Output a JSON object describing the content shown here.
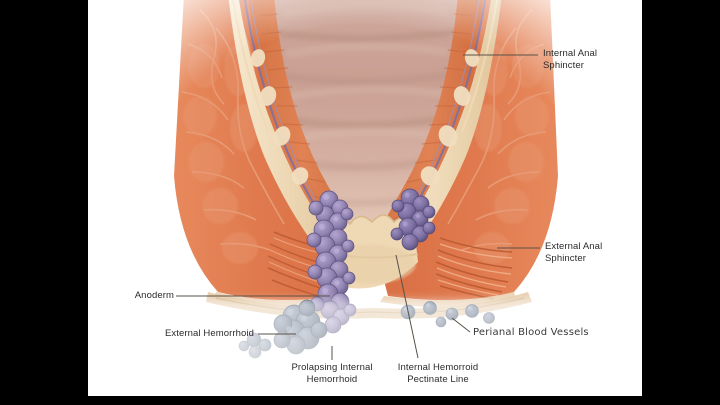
{
  "image": {
    "kind": "medical-illustration",
    "subject": "Anal canal cross-section showing hemorrhoids",
    "background_color": "#000000",
    "panel_color": "#ffffff"
  },
  "palette": {
    "muscle_orange": "#e07a4e",
    "muscle_orange_light": "#ea9169",
    "muscle_shadow": "#b75c38",
    "mucosa_pink": "#c9a295",
    "mucosa_pink_light": "#d9b4a6",
    "sphincter_cream": "#f0dcc0",
    "cream_deep": "#e3c59c",
    "vessel_purple": "#6e6596",
    "hemorrhoid_purple": "#9386b4",
    "hemorrhoid_purple_dark": "#6f6390",
    "external_hemorrhoid_blue": "#6a7a90",
    "external_hemorrhoid_blue_dark": "#4a5a70",
    "perianal_vessel_blue": "#5d6e86",
    "leader_line": "#5a5147",
    "label_text": "#2b2b2b"
  },
  "labels": {
    "internal_anal_sphincter": "Internal Anal\nSphincter",
    "external_anal_sphincter": "External Anal\nSphincter",
    "anoderm": "Anoderm",
    "external_hemorrhoid": "External Hemorrhoid",
    "prolapsing_internal_hemorrhoid": "Prolapsing Internal\nHemorrhoid",
    "internal_hemorrhoid_pectinate_line": "Internal Hemorroid\nPectinate Line",
    "perianal_blood_vessels": "Perianal Blood Vessels"
  },
  "structures": [
    {
      "name": "internal-anal-sphincter",
      "label": "Internal Anal Sphincter"
    },
    {
      "name": "external-anal-sphincter",
      "label": "External Anal Sphincter"
    },
    {
      "name": "anoderm",
      "label": "Anoderm"
    },
    {
      "name": "external-hemorrhoid",
      "label": "External Hemorrhoid"
    },
    {
      "name": "prolapsing-internal-hemorrhoid",
      "label": "Prolapsing Internal Hemorrhoid"
    },
    {
      "name": "pectinate-line",
      "label": "Internal Hemorroid Pectinate Line"
    },
    {
      "name": "perianal-blood-vessels",
      "label": "Perianal Blood Vessels"
    }
  ]
}
